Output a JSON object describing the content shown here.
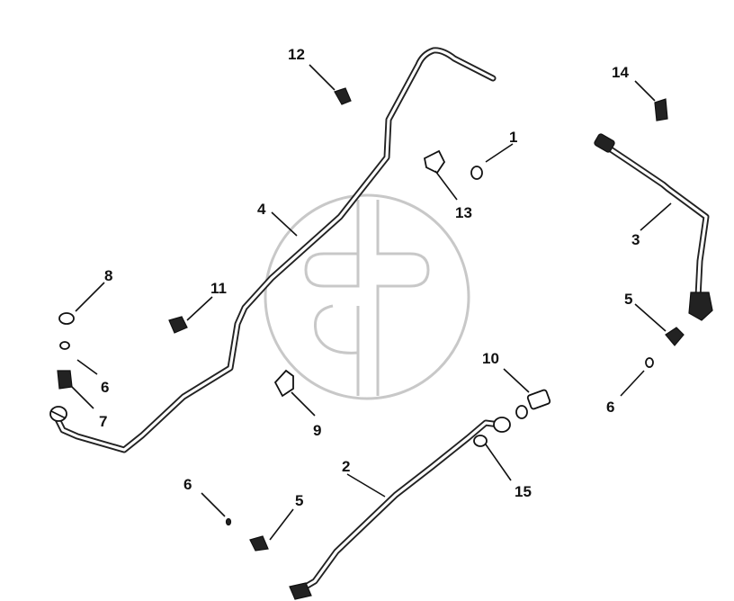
{
  "diagram": {
    "callouts": [
      {
        "id": "c1",
        "label": "1"
      },
      {
        "id": "c2",
        "label": "2"
      },
      {
        "id": "c3",
        "label": "3"
      },
      {
        "id": "c4",
        "label": "4"
      },
      {
        "id": "c5a",
        "label": "5"
      },
      {
        "id": "c5b",
        "label": "5"
      },
      {
        "id": "c6a",
        "label": "6"
      },
      {
        "id": "c6b",
        "label": "6"
      },
      {
        "id": "c6c",
        "label": "6"
      },
      {
        "id": "c7",
        "label": "7"
      },
      {
        "id": "c8",
        "label": "8"
      },
      {
        "id": "c9",
        "label": "9"
      },
      {
        "id": "c10",
        "label": "10"
      },
      {
        "id": "c11",
        "label": "11"
      },
      {
        "id": "c12",
        "label": "12"
      },
      {
        "id": "c13",
        "label": "13"
      },
      {
        "id": "c14",
        "label": "14"
      },
      {
        "id": "c15",
        "label": "15"
      }
    ],
    "colors": {
      "ink": "#111111",
      "watermark": "#c8c8c8",
      "background": "#ffffff"
    }
  }
}
